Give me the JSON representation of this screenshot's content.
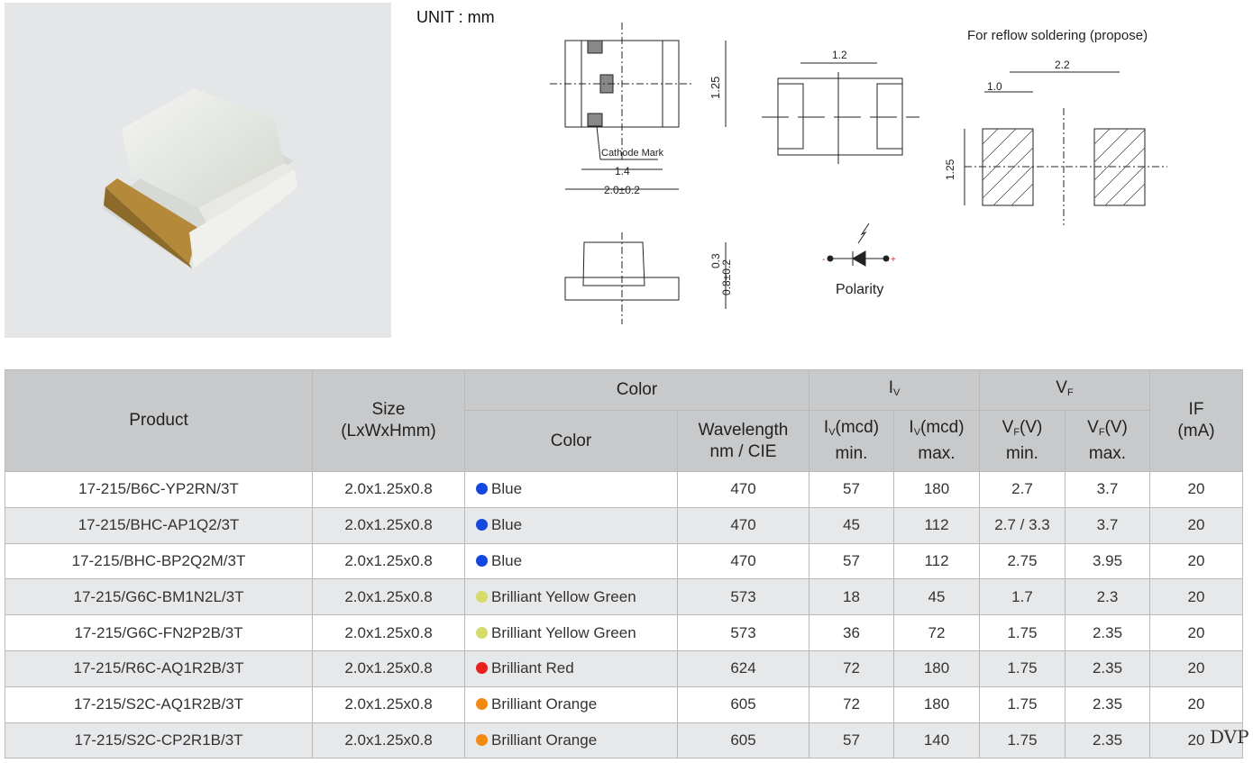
{
  "unit_label": "UNIT : mm",
  "drawing": {
    "dim_width": "2.0±0.2",
    "dim_inner": "1.4",
    "dim_height": "1.25",
    "cathode_mark": "Cathode Mark",
    "dim_top": "0.3",
    "dim_total_h": "0.8±0.2",
    "dim_pad": "1.2",
    "polarity": "Polarity",
    "plus": "+",
    "minus": "-",
    "reflow_title": "For reflow soldering (propose)",
    "reflow_pitch": "2.2",
    "reflow_pad": "1.0",
    "reflow_height": "1.25"
  },
  "table": {
    "headers": {
      "product": "Product",
      "size": "Size",
      "size_unit": "(LxWxHmm)",
      "color_group": "Color",
      "color": "Color",
      "wavelength": "Wavelength",
      "wavelength_unit": "nm / CIE",
      "iv": "I",
      "iv_sub": "V",
      "vf": "V",
      "vf_sub": "F",
      "iv_min_a": "I",
      "iv_min_b": "(mcd)",
      "min": "min.",
      "max": "max.",
      "vf_b": "(V)",
      "if": "IF",
      "if_unit": "(mA)"
    },
    "rows": [
      {
        "product": "17-215/B6C-YP2RN/3T",
        "size": "2.0x1.25x0.8",
        "color": "Blue",
        "dot": "#1447e0",
        "wavelength": "470",
        "iv_min": "57",
        "iv_max": "180",
        "vf_min": "2.7",
        "vf_max": "3.7",
        "if": "20"
      },
      {
        "product": "17-215/BHC-AP1Q2/3T",
        "size": "2.0x1.25x0.8",
        "color": "Blue",
        "dot": "#1447e0",
        "wavelength": "470",
        "iv_min": "45",
        "iv_max": "112",
        "vf_min": "2.7 / 3.3",
        "vf_max": "3.7",
        "if": "20"
      },
      {
        "product": "17-215/BHC-BP2Q2M/3T",
        "size": "2.0x1.25x0.8",
        "color": "Blue",
        "dot": "#1447e0",
        "wavelength": "470",
        "iv_min": "57",
        "iv_max": "112",
        "vf_min": "2.75",
        "vf_max": "3.95",
        "if": "20"
      },
      {
        "product": "17-215/G6C-BM1N2L/3T",
        "size": "2.0x1.25x0.8",
        "color": "Brilliant Yellow Green",
        "dot": "#d5dc6a",
        "wavelength": "573",
        "iv_min": "18",
        "iv_max": "45",
        "vf_min": "1.7",
        "vf_max": "2.3",
        "if": "20"
      },
      {
        "product": "17-215/G6C-FN2P2B/3T",
        "size": "2.0x1.25x0.8",
        "color": "Brilliant Yellow Green",
        "dot": "#d5dc6a",
        "wavelength": "573",
        "iv_min": "36",
        "iv_max": "72",
        "vf_min": "1.75",
        "vf_max": "2.35",
        "if": "20"
      },
      {
        "product": "17-215/R6C-AQ1R2B/3T",
        "size": "2.0x1.25x0.8",
        "color": "Brilliant Red",
        "dot": "#e8201c",
        "wavelength": "624",
        "iv_min": "72",
        "iv_max": "180",
        "vf_min": "1.75",
        "vf_max": "2.35",
        "if": "20"
      },
      {
        "product": "17-215/S2C-AQ1R2B/3T",
        "size": "2.0x1.25x0.8",
        "color": "Brilliant Orange",
        "dot": "#f28a12",
        "wavelength": "605",
        "iv_min": "72",
        "iv_max": "180",
        "vf_min": "1.75",
        "vf_max": "2.35",
        "if": "20"
      },
      {
        "product": "17-215/S2C-CP2R1B/3T",
        "size": "2.0x1.25x0.8",
        "color": "Brilliant Orange",
        "dot": "#f28a12",
        "wavelength": "605",
        "iv_min": "57",
        "iv_max": "140",
        "vf_min": "1.75",
        "vf_max": "2.35",
        "if": "20"
      }
    ]
  },
  "watermark": "DVP"
}
